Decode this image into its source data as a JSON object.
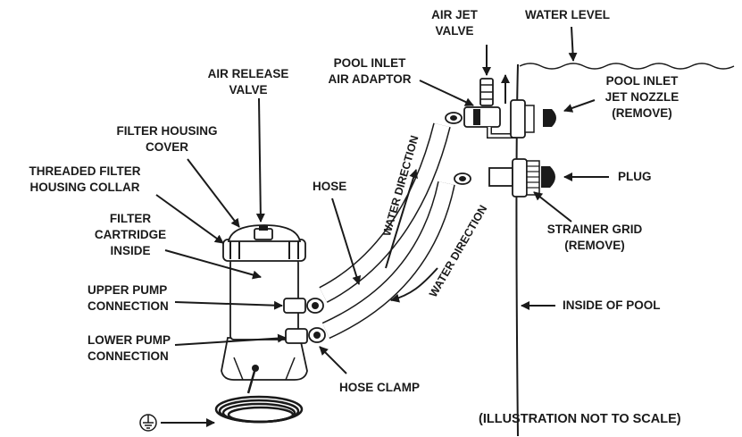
{
  "labels": {
    "air_jet_valve": [
      "AIR JET",
      "VALVE"
    ],
    "water_level": "WATER LEVEL",
    "pool_inlet_air_adaptor": [
      "POOL INLET",
      "AIR ADAPTOR"
    ],
    "air_release_valve": [
      "AIR RELEASE",
      "VALVE"
    ],
    "pool_inlet_jet_nozzle": [
      "POOL INLET",
      "JET NOZZLE",
      "(REMOVE)"
    ],
    "filter_housing_cover": [
      "FILTER HOUSING",
      "COVER"
    ],
    "threaded_filter_housing_collar": [
      "THREADED FILTER",
      "HOUSING COLLAR"
    ],
    "plug": "PLUG",
    "hose": "HOSE",
    "filter_cartridge_inside": [
      "FILTER",
      "CARTRIDGE",
      "INSIDE"
    ],
    "strainer_grid": [
      "STRAINER GRID",
      "(REMOVE)"
    ],
    "upper_pump_connection": [
      "UPPER PUMP",
      "CONNECTION"
    ],
    "inside_of_pool": "INSIDE OF POOL",
    "lower_pump_connection": [
      "LOWER PUMP",
      "CONNECTION"
    ],
    "hose_clamp": "HOSE CLAMP",
    "water_direction": "WATER DIRECTION",
    "not_to_scale": "(ILLUSTRATION NOT TO SCALE)"
  },
  "icons": {
    "ground": "ground-symbol-icon"
  }
}
